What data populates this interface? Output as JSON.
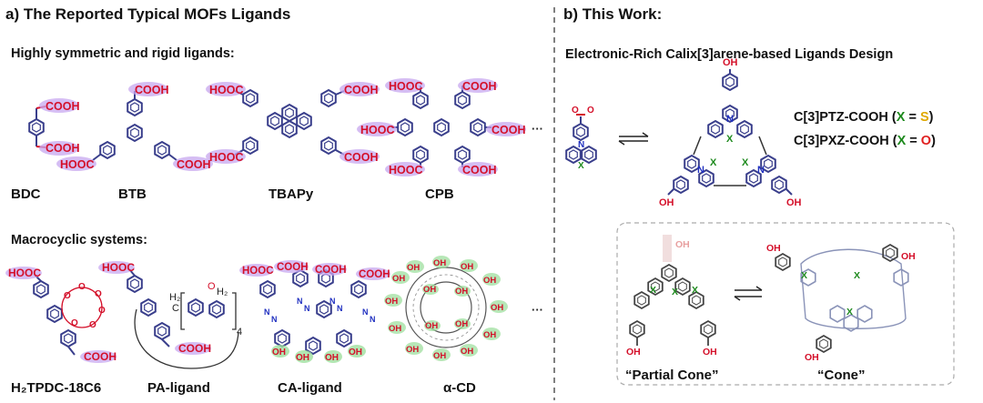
{
  "panel_a": {
    "title": "a) The Reported Typical MOFs Ligands",
    "section1": "Highly symmetric and rigid ligands:",
    "section2": "Macrocyclic systems:",
    "cooh": "COOH",
    "hooc": "HOOC",
    "ellipsis": "···",
    "labels": [
      "BDC",
      "BTB",
      "TBAPy",
      "CPB",
      "H₂TPDC-18C6",
      "PA-ligand",
      "CA-ligand",
      "α-CD"
    ],
    "pa_h2_left": "H₂",
    "pa_h2_right": "H₂",
    "pa_c": "C",
    "pa_sub": "4",
    "pa_o": "O",
    "ca_n": "N",
    "oh": "OH",
    "o": "O"
  },
  "panel_b": {
    "title": "b) This Work:",
    "subtitle": "Electronic-Rich Calix[3]arene-based Ligands Design",
    "formula1": {
      "name": "C[3]PTZ-COOH (",
      "x": "X",
      "eq": " = ",
      "v": "S",
      "end": ")"
    },
    "formula2": {
      "name": "C[3]PXZ-COOH (",
      "x": "X",
      "eq": " = ",
      "v": "O",
      "end": ")"
    },
    "partial_cone": "“Partial Cone”",
    "cone": "“Cone”",
    "n": "N",
    "x": "X",
    "o": "O",
    "oh": "OH"
  },
  "colors": {
    "ring": "#3a3f8c",
    "acid": "#d4102a",
    "acid_halo": "#c8a8f0",
    "oh_halo": "#9fe09f",
    "green_x": "#1e8a1e"
  }
}
